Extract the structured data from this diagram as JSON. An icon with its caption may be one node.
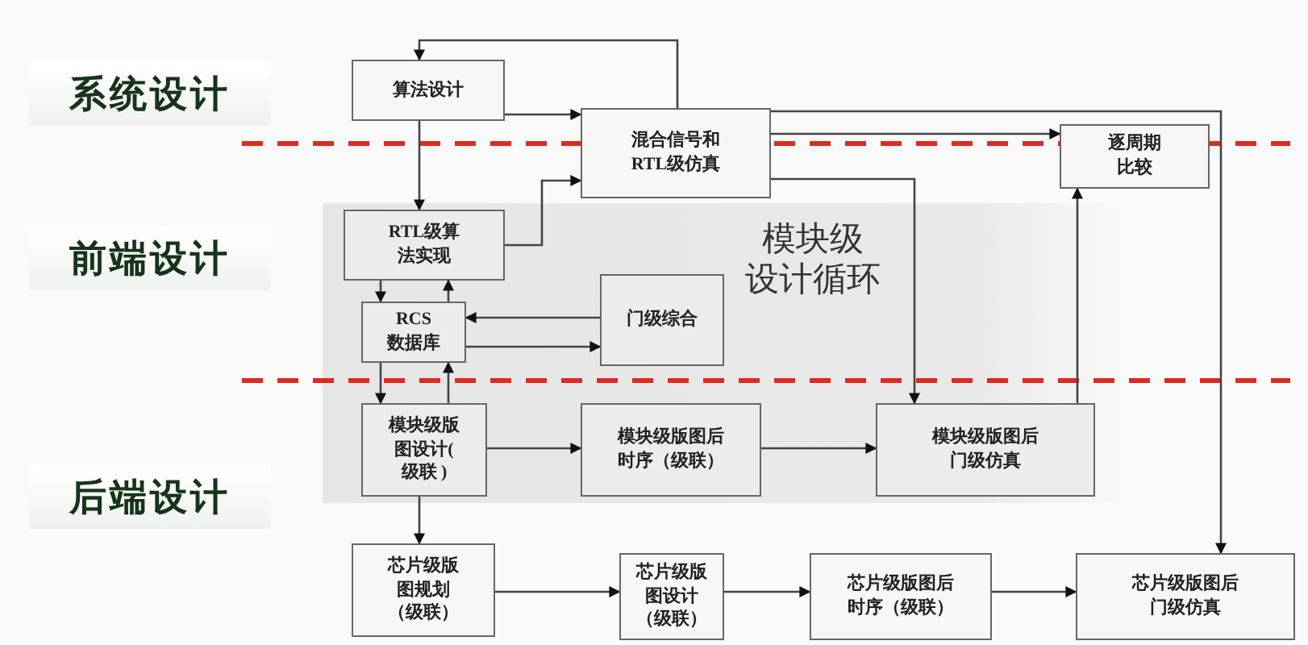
{
  "diagram": {
    "nodes": [
      {
        "text": [
          "算法设计"
        ]
      },
      {
        "text": [
          "混合信号和RTL级仿真"
        ]
      },
      {
        "text": [
          "逐周期比较"
        ]
      },
      {
        "text": [
          "模块级设计循环"
        ]
      },
      {
        "text": [
          "RTL级算法实现"
        ],
        "in": 3
      },
      {
        "text": [
          "RCS 数据库"
        ],
        "in": 3
      },
      {
        "text": [
          "门级综合"
        ],
        "in": 3
      },
      {
        "text": [
          "模块级版图设计( 级联 )"
        ],
        "in": 3
      },
      {
        "text": [
          "模块级版图后时序（级联）"
        ],
        "in": 3
      },
      {
        "text": [
          "模块级版图后门级仿真"
        ],
        "in": 3
      },
      {
        "text": [
          "芯片级版图规划（级联）"
        ]
      },
      {
        "text": [
          "芯片级版图设计（级联）"
        ]
      },
      {
        "text": [
          "芯片级版图后时序（级联）"
        ]
      },
      {
        "text": [
          "芯片级版图后门级仿真"
        ]
      }
    ],
    "edges": [
      {
        "from": 0,
        "to": 1,
        "arrow": "to"
      },
      {
        "from": 0,
        "to": 4,
        "arrow": "to"
      },
      {
        "from": 4,
        "to": 1,
        "arrow": "to"
      },
      {
        "from": 1,
        "to": 0,
        "arrow": "to"
      },
      {
        "from": 1,
        "to": 13,
        "arrow": "to"
      },
      {
        "from": 1,
        "to": 2,
        "arrow": "to"
      },
      {
        "from": 1,
        "to": 9,
        "arrow": "to"
      },
      {
        "from": 4,
        "to": 5,
        "arrow": "to"
      },
      {
        "from": 5,
        "to": 4,
        "arrow": "to"
      },
      {
        "from": 6,
        "to": 5,
        "arrow": "to"
      },
      {
        "from": 5,
        "to": 6,
        "arrow": "to"
      },
      {
        "from": 5,
        "to": 7,
        "arrow": "to"
      },
      {
        "from": 7,
        "to": 5,
        "arrow": "to"
      },
      {
        "from": 7,
        "to": 8,
        "arrow": "to"
      },
      {
        "from": 8,
        "to": 9,
        "arrow": "to"
      },
      {
        "from": 9,
        "to": 2,
        "arrow": "to"
      },
      {
        "from": 7,
        "to": 10,
        "arrow": "to"
      },
      {
        "from": 10,
        "to": 11,
        "arrow": "to"
      },
      {
        "from": 11,
        "to": 12,
        "arrow": "to"
      },
      {
        "from": 12,
        "to": 13,
        "arrow": "to"
      }
    ],
    "labels": [
      "系统设计",
      "前端设计",
      "后端设计"
    ]
  }
}
